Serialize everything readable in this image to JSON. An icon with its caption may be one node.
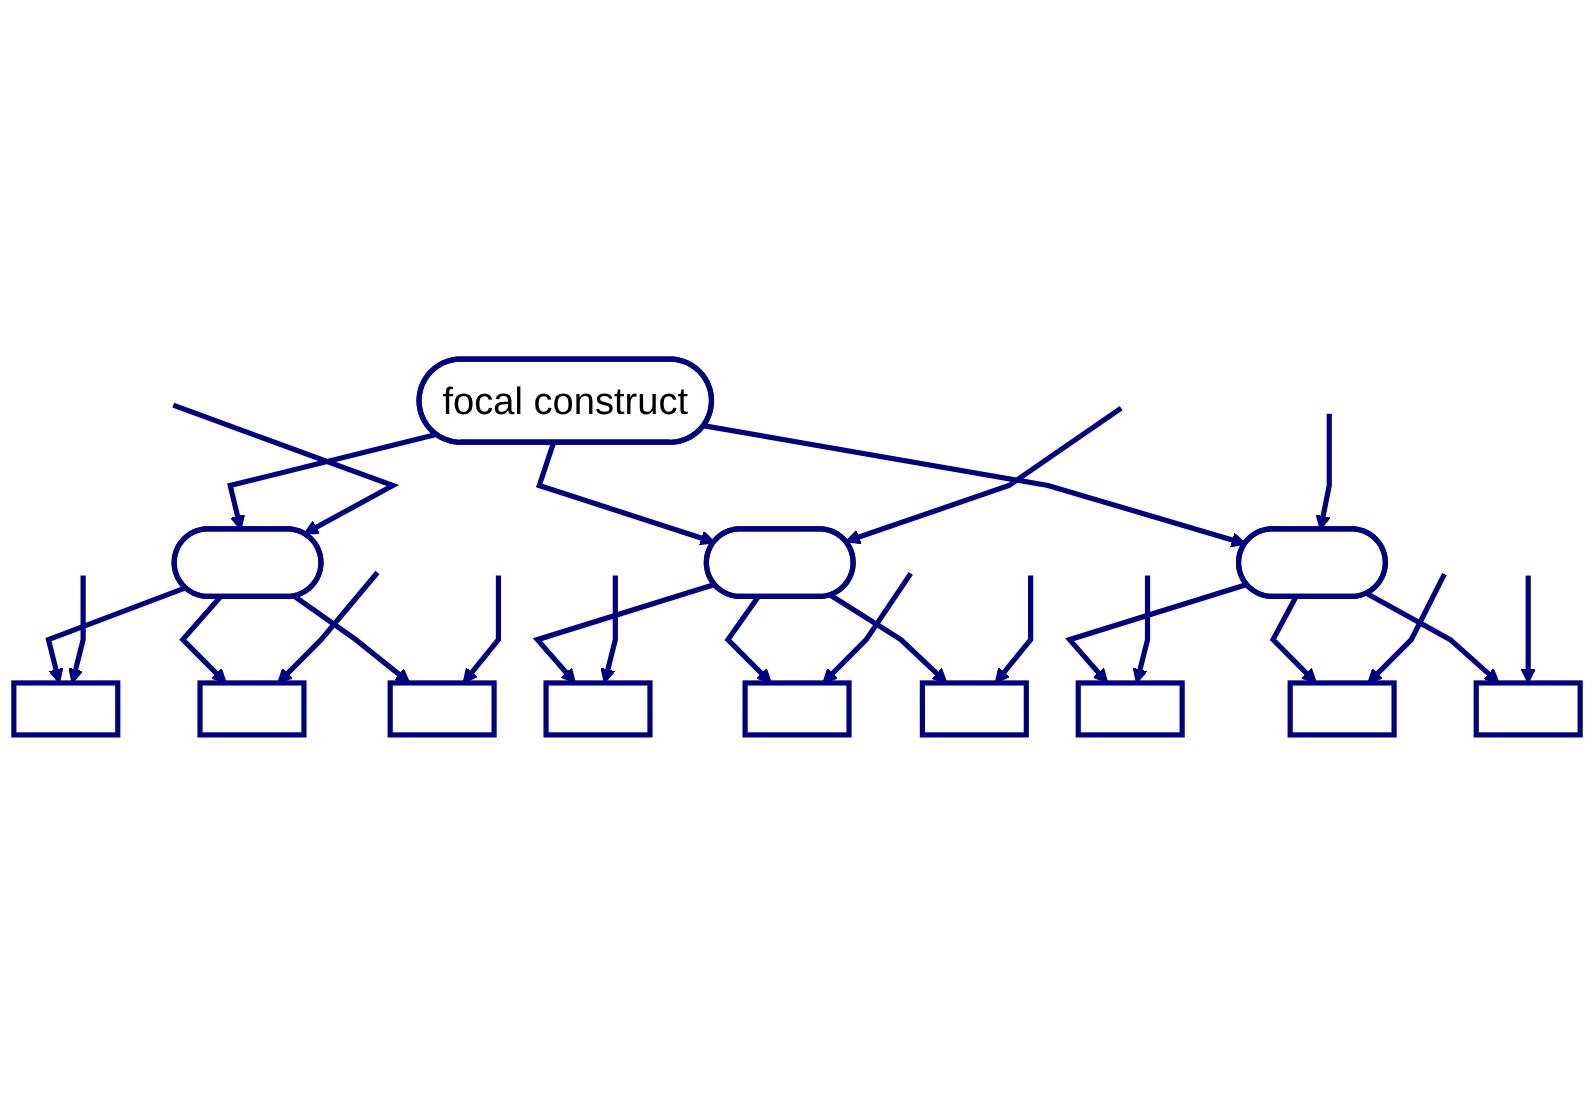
{
  "diagram": {
    "nodes": [
      {
        "text": [
          "focal construct"
        ]
      },
      {
        "text": [],
        "shape": "ellipse"
      },
      {
        "text": [],
        "shape": "ellipse"
      },
      {
        "text": [],
        "shape": "ellipse"
      },
      {
        "text": [],
        "shape": "box"
      },
      {
        "text": [],
        "shape": "box"
      },
      {
        "text": [],
        "shape": "box"
      },
      {
        "text": [],
        "shape": "box"
      },
      {
        "text": [],
        "shape": "box"
      },
      {
        "text": [],
        "shape": "box"
      },
      {
        "text": [],
        "shape": "box"
      },
      {
        "text": [],
        "shape": "box"
      },
      {
        "text": [],
        "shape": "box"
      }
    ],
    "edges": [
      {
        "from": 0,
        "to": 1,
        "arrow": "to"
      },
      {
        "from": 0,
        "to": 2,
        "arrow": "to"
      },
      {
        "from": 0,
        "to": 3,
        "arrow": "to"
      },
      {
        "from": null,
        "to": 1,
        "arrow": "to"
      },
      {
        "from": null,
        "to": 2,
        "arrow": "to"
      },
      {
        "from": null,
        "to": 3,
        "arrow": "to"
      },
      {
        "from": 1,
        "to": 4,
        "arrow": "to"
      },
      {
        "from": 1,
        "to": 5,
        "arrow": "to"
      },
      {
        "from": 1,
        "to": 6,
        "arrow": "to"
      },
      {
        "from": 2,
        "to": 7,
        "arrow": "to"
      },
      {
        "from": 2,
        "to": 8,
        "arrow": "to"
      },
      {
        "from": 2,
        "to": 9,
        "arrow": "to"
      },
      {
        "from": 3,
        "to": 10,
        "arrow": "to"
      },
      {
        "from": 3,
        "to": 11,
        "arrow": "to"
      },
      {
        "from": 3,
        "to": 12,
        "arrow": "to"
      },
      {
        "from": null,
        "to": 4,
        "arrow": "to"
      },
      {
        "from": null,
        "to": 5,
        "arrow": "to"
      },
      {
        "from": null,
        "to": 6,
        "arrow": "to"
      },
      {
        "from": null,
        "to": 7,
        "arrow": "to"
      },
      {
        "from": null,
        "to": 8,
        "arrow": "to"
      },
      {
        "from": null,
        "to": 9,
        "arrow": "to"
      },
      {
        "from": null,
        "to": 10,
        "arrow": "to"
      },
      {
        "from": null,
        "to": 11,
        "arrow": "to"
      },
      {
        "from": null,
        "to": 12,
        "arrow": "to"
      }
    ]
  }
}
